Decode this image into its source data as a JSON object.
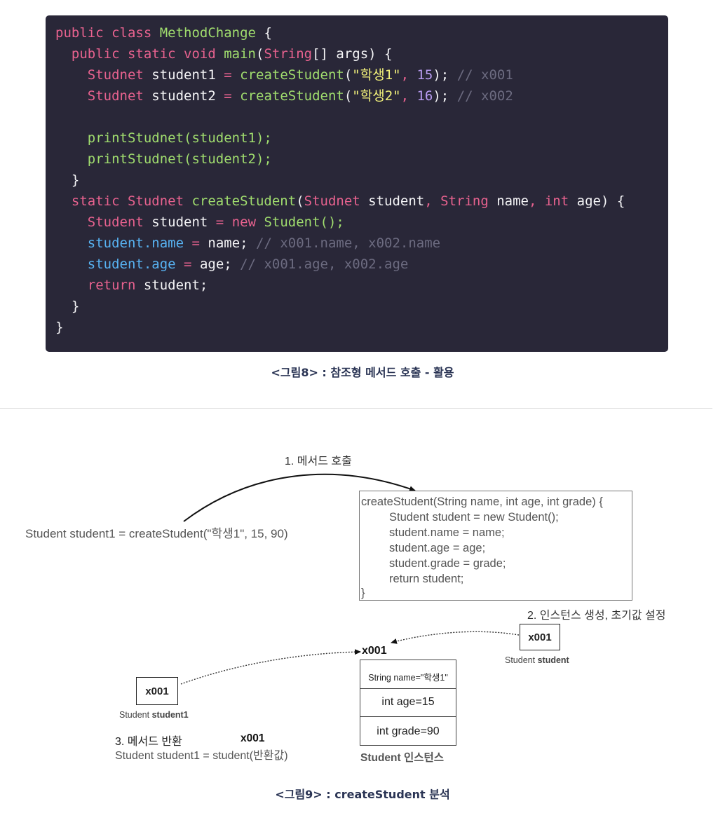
{
  "code": {
    "lines": [
      [
        {
          "t": "public class ",
          "c": "kw"
        },
        {
          "t": "MethodChange",
          "c": "fn"
        },
        {
          "t": " {",
          "c": "plain"
        }
      ],
      [
        {
          "t": "  public static void ",
          "c": "kw"
        },
        {
          "t": "main",
          "c": "fn"
        },
        {
          "t": "(",
          "c": "plain"
        },
        {
          "t": "String",
          "c": "kw"
        },
        {
          "t": "[] args) {",
          "c": "plain"
        }
      ],
      [
        {
          "t": "    Studnet ",
          "c": "kw"
        },
        {
          "t": "student1 ",
          "c": "plain"
        },
        {
          "t": "= ",
          "c": "kw"
        },
        {
          "t": "createStudent",
          "c": "fn"
        },
        {
          "t": "(",
          "c": "plain"
        },
        {
          "t": "\"학생1\"",
          "c": "str"
        },
        {
          "t": ", ",
          "c": "kw"
        },
        {
          "t": "15",
          "c": "num"
        },
        {
          "t": "); ",
          "c": "plain"
        },
        {
          "t": "// x001",
          "c": "cm"
        }
      ],
      [
        {
          "t": "    Studnet ",
          "c": "kw"
        },
        {
          "t": "student2 ",
          "c": "plain"
        },
        {
          "t": "= ",
          "c": "kw"
        },
        {
          "t": "createStudent",
          "c": "fn"
        },
        {
          "t": "(",
          "c": "plain"
        },
        {
          "t": "\"학생2\"",
          "c": "str"
        },
        {
          "t": ", ",
          "c": "kw"
        },
        {
          "t": "16",
          "c": "num"
        },
        {
          "t": "); ",
          "c": "plain"
        },
        {
          "t": "// x002",
          "c": "cm"
        }
      ],
      [],
      [
        {
          "t": "    printStudnet",
          "c": "fn"
        },
        {
          "t": "(student1);",
          "c": "fn"
        }
      ],
      [
        {
          "t": "    printStudnet",
          "c": "fn"
        },
        {
          "t": "(student2);",
          "c": "fn"
        }
      ],
      [
        {
          "t": "  }",
          "c": "plain"
        }
      ],
      [
        {
          "t": "  static Studnet ",
          "c": "kw"
        },
        {
          "t": "createStudent",
          "c": "fn"
        },
        {
          "t": "(",
          "c": "plain"
        },
        {
          "t": "Studnet ",
          "c": "kw"
        },
        {
          "t": "student",
          "c": "plain"
        },
        {
          "t": ", ",
          "c": "kw"
        },
        {
          "t": "String ",
          "c": "kw"
        },
        {
          "t": "name",
          "c": "plain"
        },
        {
          "t": ", ",
          "c": "kw"
        },
        {
          "t": "int ",
          "c": "kw"
        },
        {
          "t": "age) {",
          "c": "plain"
        }
      ],
      [
        {
          "t": "    Student ",
          "c": "kw"
        },
        {
          "t": "student ",
          "c": "plain"
        },
        {
          "t": "= ",
          "c": "kw"
        },
        {
          "t": "new ",
          "c": "kw"
        },
        {
          "t": "Student();",
          "c": "fn"
        }
      ],
      [
        {
          "t": "    student",
          "c": "prop"
        },
        {
          "t": ".name ",
          "c": "prop"
        },
        {
          "t": "= ",
          "c": "kw"
        },
        {
          "t": "name; ",
          "c": "plain"
        },
        {
          "t": "// x001.name, x002.name",
          "c": "cm"
        }
      ],
      [
        {
          "t": "    student",
          "c": "prop"
        },
        {
          "t": ".age ",
          "c": "prop"
        },
        {
          "t": "= ",
          "c": "kw"
        },
        {
          "t": "age; ",
          "c": "plain"
        },
        {
          "t": "// x001.age, x002.age",
          "c": "cm"
        }
      ],
      [
        {
          "t": "    return ",
          "c": "kw"
        },
        {
          "t": "student;",
          "c": "plain"
        }
      ],
      [
        {
          "t": "  }",
          "c": "plain"
        }
      ],
      [
        {
          "t": "}",
          "c": "plain"
        }
      ]
    ]
  },
  "caption8": "<그림8> : 참조형 메서드 호출 - 활용",
  "caption9": "<그림9> : createStudent 분석",
  "diagram": {
    "step1": "1. 메서드 호출",
    "call_line": "Student student1 = createStudent(\"학생1\", 15, 90)",
    "method_lines": [
      "createStudent(String name, int age, int grade) {",
      "Student student = new Student();",
      "student.name = name;",
      "student.age = age;",
      "student.grade = grade;",
      "return student;",
      "}"
    ],
    "step2": "2. 인스턴스 생성, 초기값 설정",
    "ref_right": {
      "value": "x001",
      "type": "Student",
      "name": "student"
    },
    "ref_left": {
      "value": "x001",
      "type": "Student",
      "name": "student1"
    },
    "instance_label": "x001",
    "instance_fields": [
      "String name=\"학생1\"",
      "int age=15",
      "int grade=90"
    ],
    "instance_caption": "Student 인스턴스",
    "step3": "3. 메서드 반환",
    "step3_ref": "x001",
    "return_line": "Student student1 = student(반환값)"
  }
}
